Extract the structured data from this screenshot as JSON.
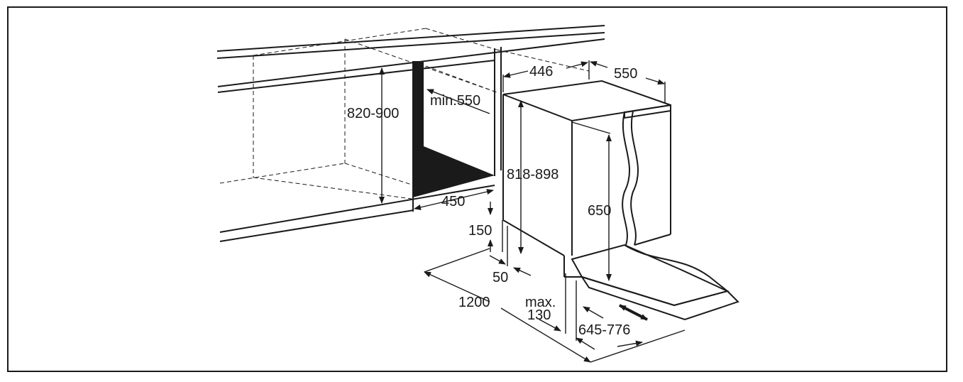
{
  "diagram": {
    "labels": {
      "niche_height": "820-900",
      "niche_depth": "min.550",
      "niche_width": "450",
      "plinth_height": "150",
      "plinth_gap": "50",
      "door_clearance": "1200",
      "max_label": "max.",
      "max_value": "130",
      "appliance_height": "818-898",
      "appliance_width": "446",
      "appliance_depth": "550",
      "door_panel_height": "650",
      "door_panel_range": "645-776"
    },
    "colors": {
      "line": "#1a1a1a",
      "background": "#ffffff"
    }
  }
}
